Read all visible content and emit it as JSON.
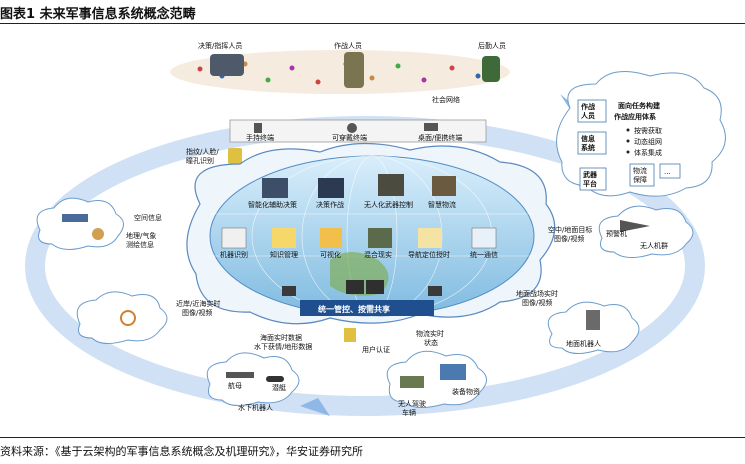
{
  "title": "图表1 未来军事信息系统概念范畴",
  "source": "资料来源：《基于云架构的军事信息系统概念及机理研究》，华安证券研究所",
  "top_roles": [
    "决策/指挥人员",
    "作战人员",
    "后勤人员"
  ],
  "social_network": "社会网络",
  "terminals": [
    "手持终端",
    "可穿戴终端",
    "桌面/便携终端"
  ],
  "auth_left": "指纹/人脸/瞳孔识别",
  "globe_row1": [
    "智能化辅助决策",
    "决策作战",
    "无人化武器控制",
    "智慧物流"
  ],
  "globe_row2": [
    "机器识别",
    "知识管理",
    "可视化",
    "混合现实",
    "导航定位授时",
    "统一通信"
  ],
  "globe_banner": "统一管控、按需共享",
  "left_nodes": {
    "space": "空间信息",
    "geo": "地理/气象测绘信息",
    "nearshore": "近岸/近海实时图像/视频"
  },
  "bottom_labels": {
    "ocean": "海面实时数据水下获情/地形数据",
    "user_auth": "用户认证",
    "logistics": "物流实时状态",
    "aircraft_carrier": "航母",
    "submarine": "潜艇",
    "underwater_robot": "水下机器人",
    "equipment": "装备物资",
    "unmanned_vehicle": "无人驾驶车辆"
  },
  "right_labels": {
    "air_ground": "空中/地面目标图像/视频",
    "aircraft": "预警机",
    "drone_swarm": "无人机群",
    "ground_battle": "地面战场实时图像/视频",
    "ground_robot": "地面机器人"
  },
  "panel": {
    "header": "面向任务构建作战应用体系",
    "left_boxes": [
      "作战人员",
      "信息系统",
      "武器平台"
    ],
    "bullets": [
      "按需获取",
      "动态组网",
      "体系集成"
    ],
    "mini_boxes": [
      "物流保障",
      "..."
    ]
  }
}
